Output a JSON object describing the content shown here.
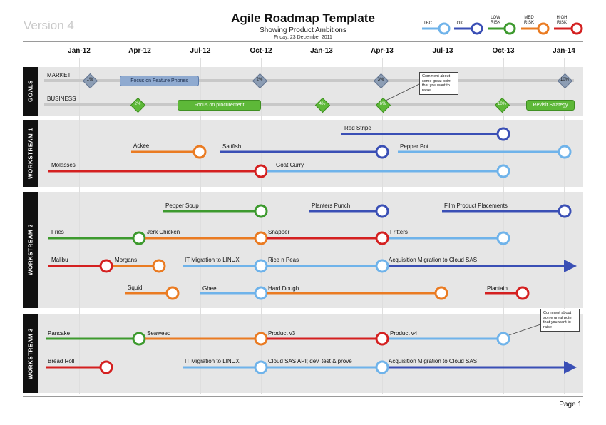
{
  "header": {
    "version": "Version 4",
    "title": "Agile Roadmap Template",
    "subtitle": "Showing Product Ambitions",
    "date": "Friday, 23 December 2011"
  },
  "legend": [
    {
      "label": "TBC",
      "color": "#6fb3ea"
    },
    {
      "label": "OK",
      "color": "#3a4fb5"
    },
    {
      "label": "LOW RISK",
      "color": "#3d9a2e"
    },
    {
      "label": "MED RISK",
      "color": "#ea7b22"
    },
    {
      "label": "HIGH RISK",
      "color": "#d42020"
    }
  ],
  "months": [
    "Jan-12",
    "Apr-12",
    "Jul-12",
    "Oct-12",
    "Jan-13",
    "Apr-13",
    "Jul-13",
    "Oct-13",
    "Jan-14"
  ],
  "bands": {
    "goals": "GOALS",
    "ws1": "WORKSTREAM 1",
    "ws2": "WORKSTREAM 2",
    "ws3": "WORKSTREAM 3"
  },
  "goals": {
    "market": {
      "label": "MARKET",
      "pill": "Focus on Feature Phones",
      "milestones": [
        "1%",
        "2%",
        "3%",
        "10%"
      ]
    },
    "business": {
      "label": "BUSINESS",
      "pill_left": "Focus on procurement",
      "pill_right": "Revisit Strategy",
      "milestones": [
        "2%",
        "4%",
        "6%",
        "10%"
      ]
    },
    "callout": "Comment about some great point that you want to raise"
  },
  "ws1": [
    "Red Stripe",
    "Ackee",
    "Saltfish",
    "Pepper Pot",
    "Molasses",
    "Goat Curry"
  ],
  "ws2": [
    "Pepper Soup",
    "Planters Punch",
    "Film Product Placements",
    "Fries",
    "Jerk Chicken",
    "Snapper",
    "Fritters",
    "Malibu",
    "Morgans",
    "IT Migration to LINUX",
    "Rice n Peas",
    "Acquisition Migration to Cloud SAS",
    "Squid",
    "Ghee",
    "Hard Dough",
    "Plantain"
  ],
  "ws3": {
    "labels": [
      "Pancake",
      "Seaweed",
      "Product v3",
      "Product v4",
      "Bread Roll",
      "IT Migration to LINUX",
      "Cloud SAS API; dev, test & prove",
      "Acquisition Migration to Cloud SAS"
    ],
    "callout": "Comment about some great point that you want to raise"
  },
  "footer": {
    "page": "Page 1"
  }
}
